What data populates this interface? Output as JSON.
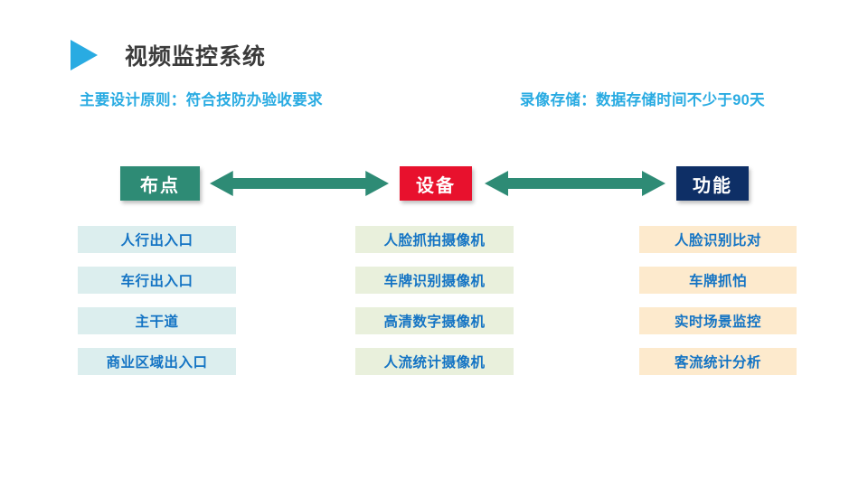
{
  "header": {
    "play_icon": "play-triangle-icon",
    "title": "视频监控系统",
    "subtitle_left": "主要设计原则：符合技防办验收要求",
    "subtitle_right": "录像存储：数据存储时间不少于90天"
  },
  "colors": {
    "accent_cyan": "#29ABE2",
    "layout_header": "#2e8b75",
    "device_header": "#e8112d",
    "function_header": "#0e2f66",
    "arrow": "#2e8b75",
    "layout_item_bg": "#dceeee",
    "device_item_bg": "#e9f0dc",
    "function_item_bg": "#fdeacd",
    "item_text": "#1474c4",
    "title_text": "#3b3b3b"
  },
  "diagram": {
    "arrows": [
      {
        "name": "arrow-layout-device",
        "direction": "bidirectional"
      },
      {
        "name": "arrow-device-function",
        "direction": "bidirectional"
      }
    ],
    "columns": [
      {
        "key": "layout",
        "header": "布点",
        "items": [
          "人行出入口",
          "车行出入口",
          "主干道",
          "商业区域出入口"
        ]
      },
      {
        "key": "device",
        "header": "设备",
        "items": [
          "人脸抓拍摄像机",
          "车牌识别摄像机",
          "高清数字摄像机",
          "人流统计摄像机"
        ]
      },
      {
        "key": "function",
        "header": "功能",
        "items": [
          "人脸识别比对",
          "车牌抓怕",
          "实时场景监控",
          "客流统计分析"
        ]
      }
    ]
  }
}
